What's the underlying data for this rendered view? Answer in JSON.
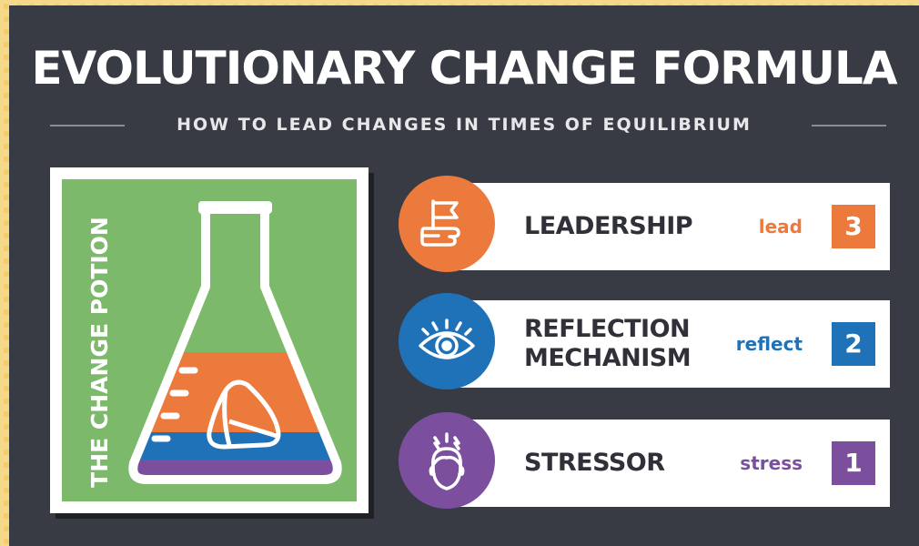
{
  "title": "EVOLUTIONARY CHANGE FORMULA",
  "subtitle": "HOW TO LEAD CHANGES IN TIMES OF EQUILIBRIUM",
  "potion": {
    "label": "THE CHANGE POTION",
    "layers": [
      "orange",
      "blue",
      "purple"
    ]
  },
  "colors": {
    "background": "#383b44",
    "potion_green": "#7db96b",
    "orange": "#ec7a3d",
    "blue": "#1f72b8",
    "purple": "#7b4f9e",
    "text_dark": "#2f3038"
  },
  "rows": [
    {
      "name": "LEADERSHIP",
      "verb": "lead",
      "number": "3",
      "color": "#ec7a3d",
      "icon": "hand-holding-flag-icon"
    },
    {
      "name": "REFLECTION\nMECHANISM",
      "verb": "reflect",
      "number": "2",
      "color": "#1f72b8",
      "icon": "eye-icon"
    },
    {
      "name": "STRESSOR",
      "verb": "stress",
      "number": "1",
      "color": "#7b4f9e",
      "icon": "stressed-head-icon"
    }
  ]
}
